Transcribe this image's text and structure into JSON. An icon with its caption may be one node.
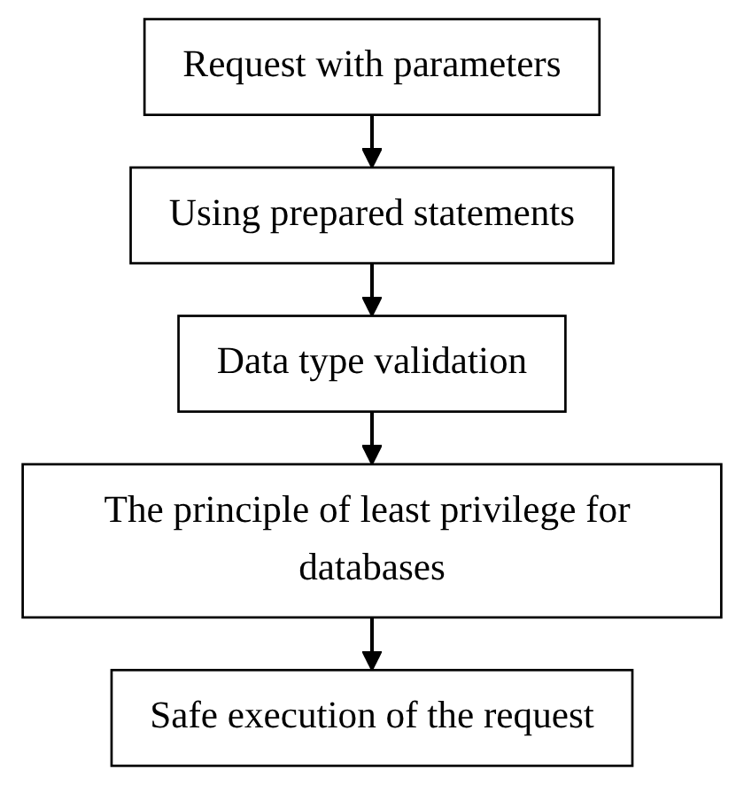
{
  "diagram": {
    "nodes": [
      {
        "text": [
          "Request with parameters"
        ]
      },
      {
        "text": [
          "Using prepared statements"
        ]
      },
      {
        "text": [
          "Data type validation"
        ]
      },
      {
        "text": [
          "The principle of least privilege for databases"
        ]
      },
      {
        "text": [
          "Safe execution of the request"
        ]
      }
    ],
    "edges": [
      {
        "from": 0,
        "to": 1,
        "arrow": "to"
      },
      {
        "from": 1,
        "to": 2,
        "arrow": "to"
      },
      {
        "from": 2,
        "to": 3,
        "arrow": "to"
      },
      {
        "from": 3,
        "to": 4,
        "arrow": "to"
      }
    ]
  }
}
